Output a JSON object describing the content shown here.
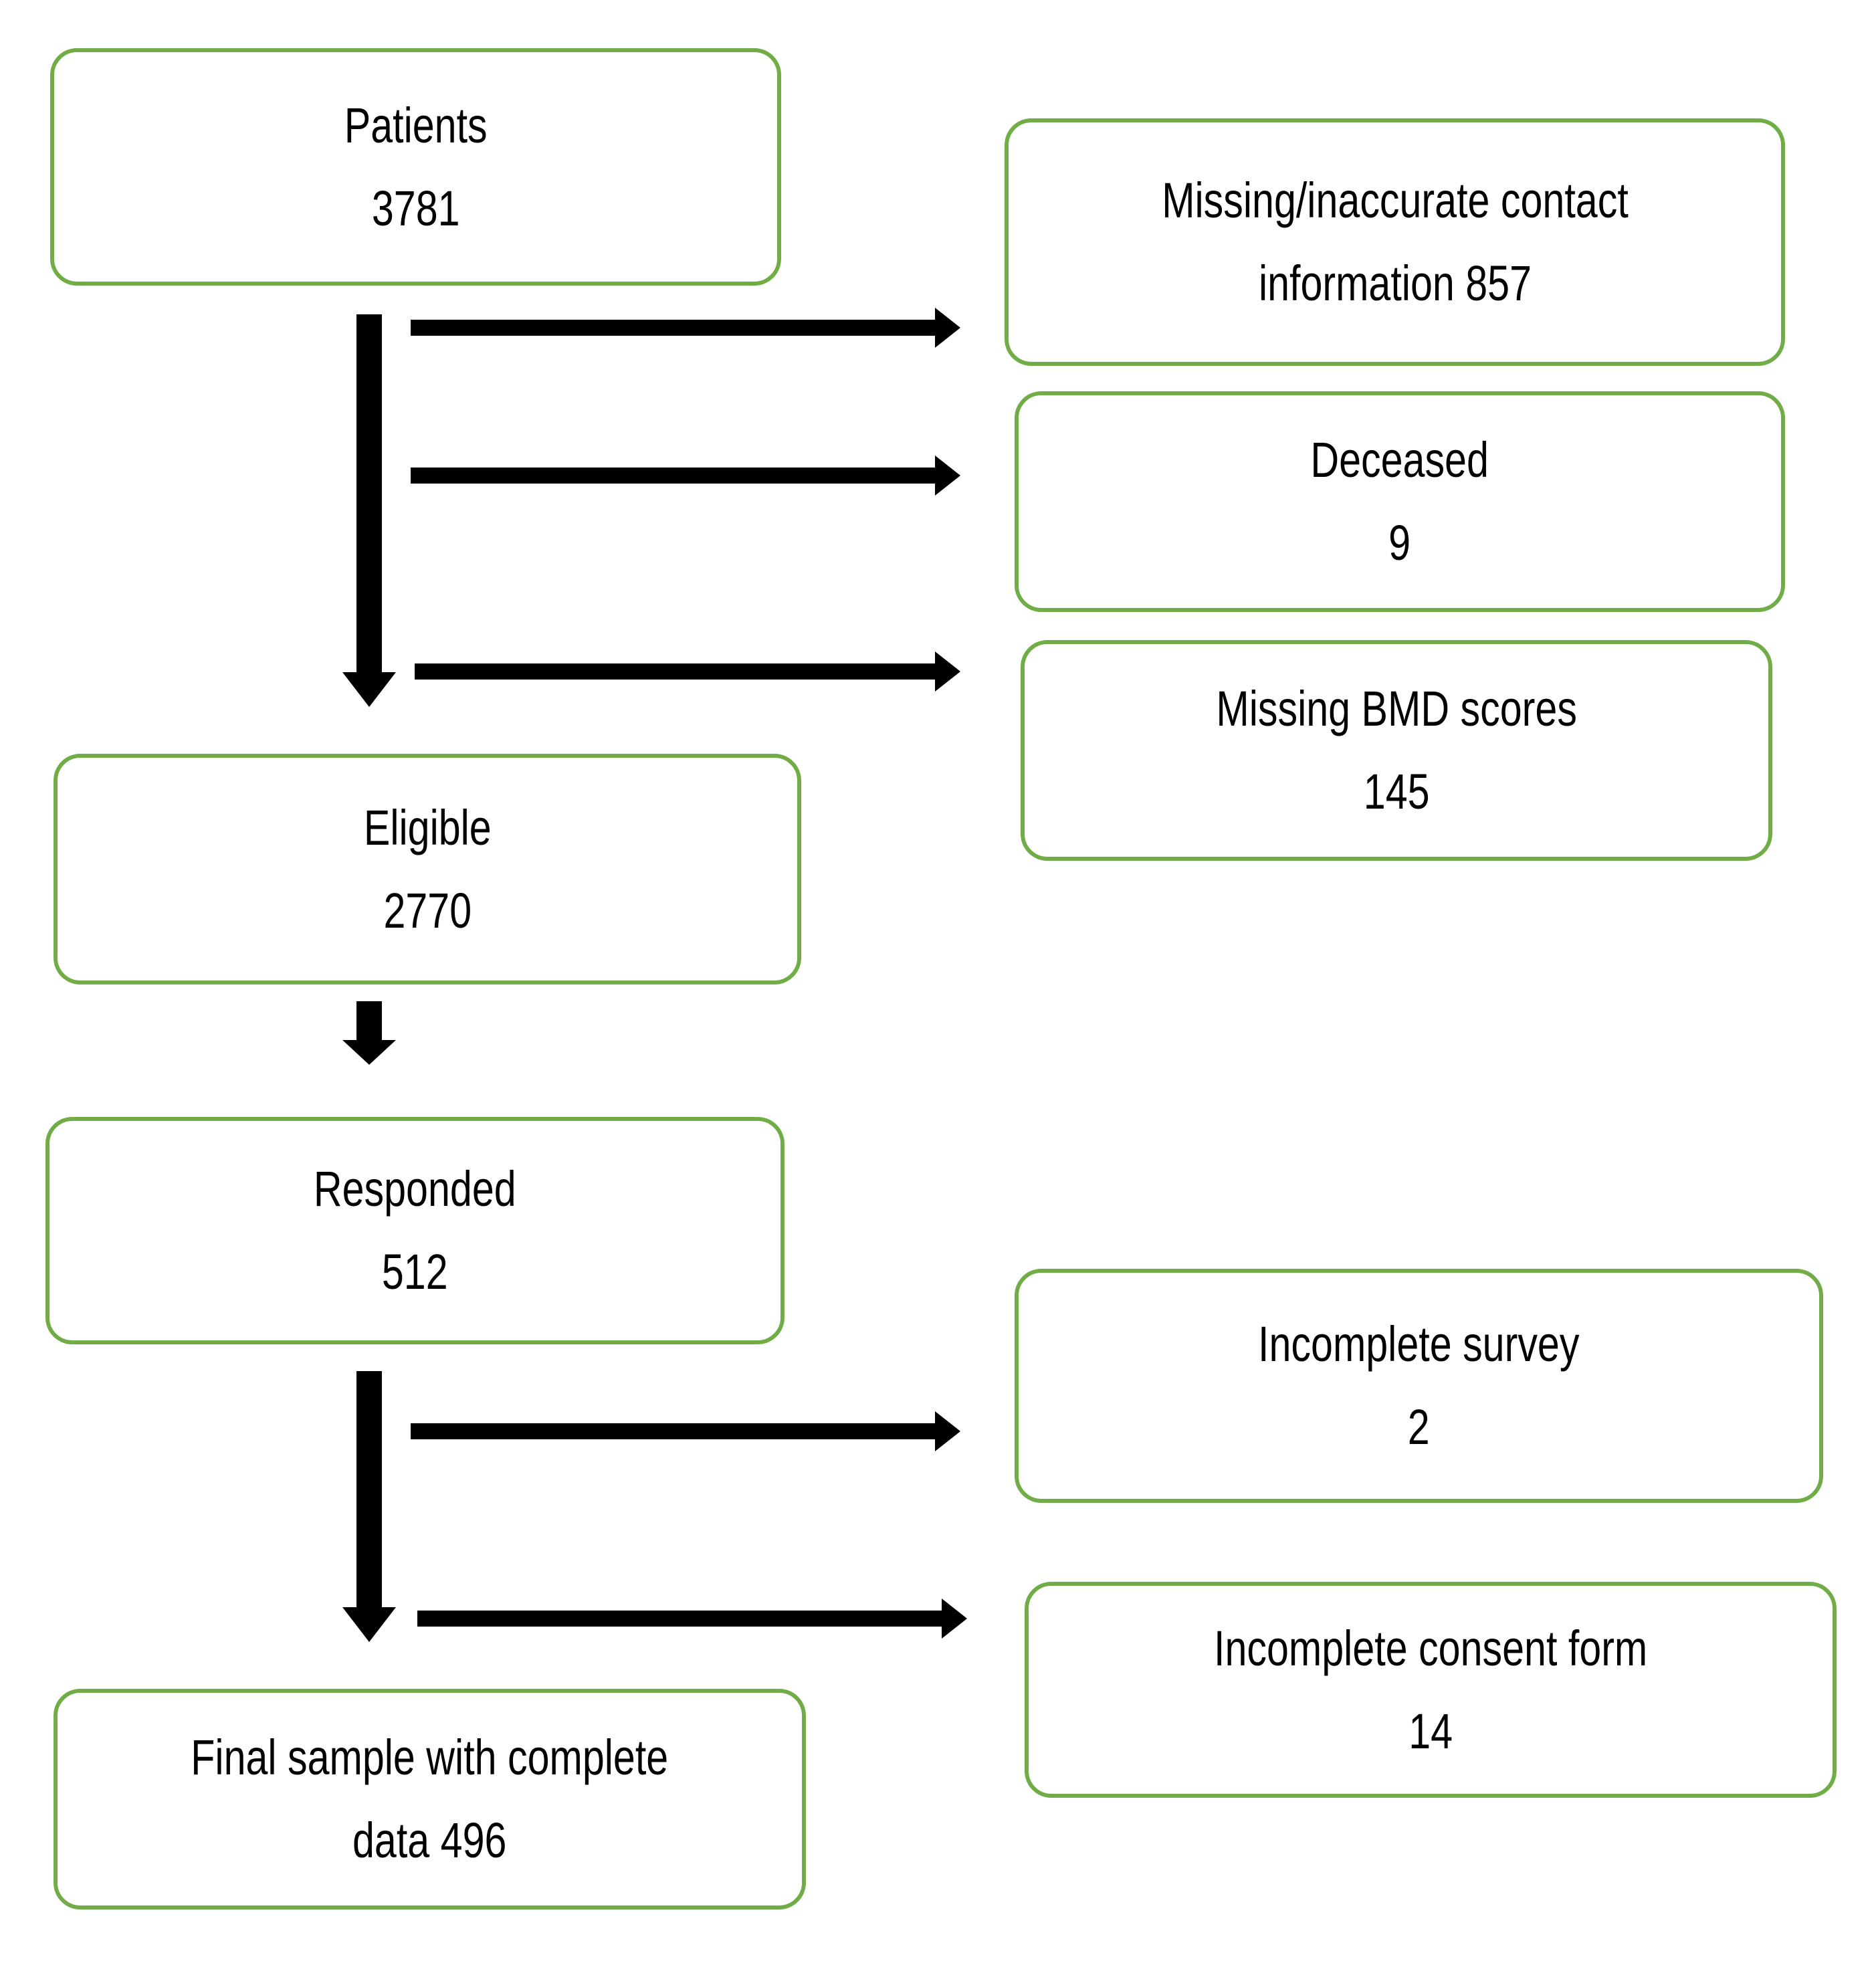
{
  "boxes": {
    "patients": {
      "line1": "Patients",
      "line2": "3781"
    },
    "missing_contact": {
      "line1": "Missing/inaccurate contact",
      "line2": "information 857"
    },
    "deceased": {
      "line1": "Deceased",
      "line2": "9"
    },
    "missing_bmd": {
      "line1": "Missing BMD scores",
      "line2": "145"
    },
    "eligible": {
      "line1": "Eligible",
      "line2": "2770"
    },
    "responded": {
      "line1": "Responded",
      "line2": "512"
    },
    "incomplete_survey": {
      "line1": "Incomplete survey",
      "line2": "2"
    },
    "incomplete_consent": {
      "line1": "Incomplete consent form",
      "line2": "14"
    },
    "final_sample": {
      "line1": "Final sample with complete",
      "line2": "data 496"
    }
  },
  "colors": {
    "box_border": "#70ad47",
    "arrow": "#000000",
    "text": "#000000"
  }
}
